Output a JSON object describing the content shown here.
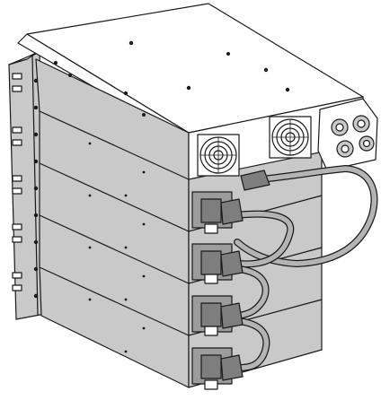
{
  "diagram": {
    "style": "technical line illustration",
    "palette": {
      "outline": "#1a1a1a",
      "top_face": "#ffffff",
      "side_face": "#c9c9c9",
      "dark_face": "#9c9c9c",
      "connector": "#7e7e7e",
      "cable": "#b4b4b4",
      "background": "#ffffff"
    },
    "modules": {
      "power_module_count": 1,
      "battery_module_count": 4,
      "fan_count": 2,
      "cable_count": 4
    }
  }
}
